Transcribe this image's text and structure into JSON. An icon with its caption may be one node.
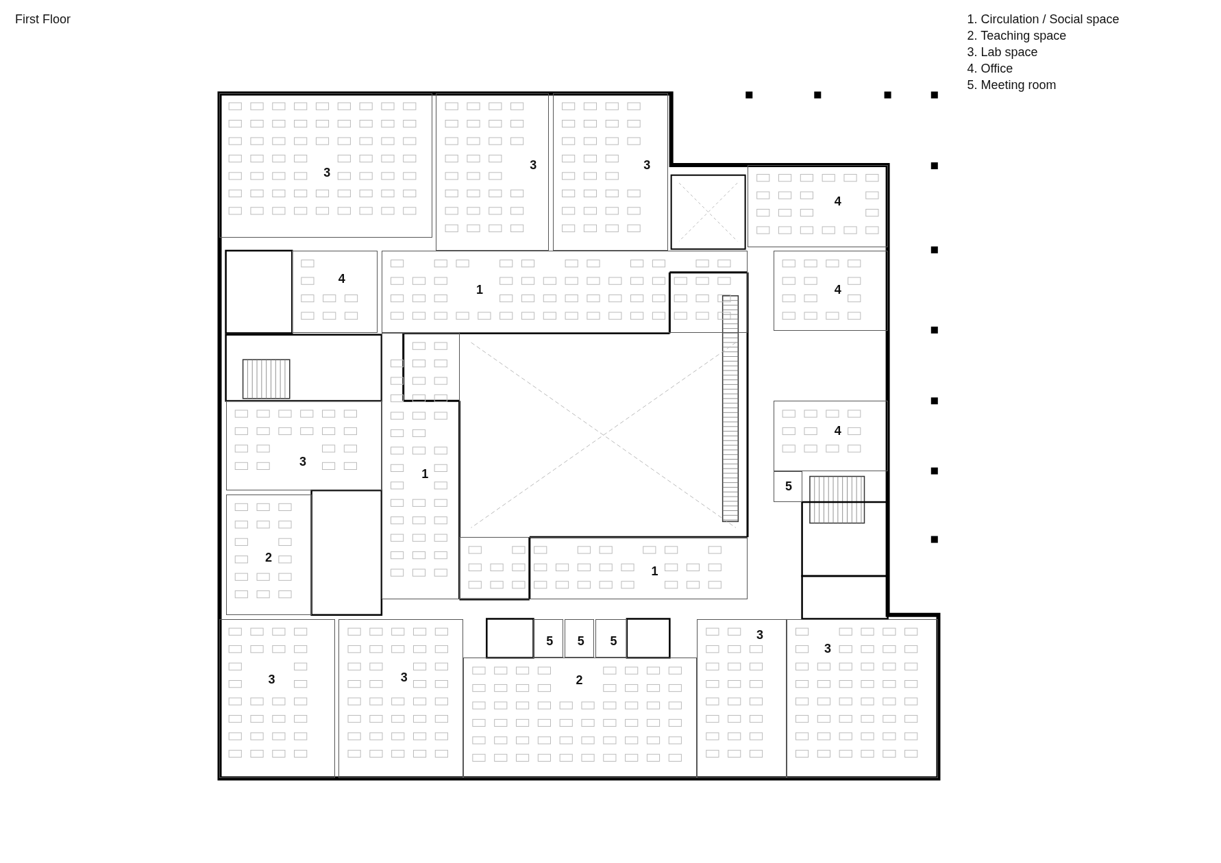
{
  "diagram": {
    "title": "First Floor",
    "nodes": [
      {
        "text": [
          "3"
        ]
      },
      {
        "text": [
          "3"
        ]
      },
      {
        "text": [
          "3"
        ]
      },
      {
        "text": [
          "4"
        ]
      },
      {
        "text": [
          "4"
        ]
      },
      {
        "text": [
          "1"
        ]
      },
      {
        "text": [
          "4"
        ]
      },
      {
        "text": [
          "4"
        ]
      },
      {
        "text": [
          "3"
        ]
      },
      {
        "text": [
          "1"
        ]
      },
      {
        "text": [
          "5"
        ]
      },
      {
        "text": [
          "2"
        ]
      },
      {
        "text": [
          "1"
        ]
      },
      {
        "text": [
          "3"
        ]
      },
      {
        "text": [
          "3"
        ]
      },
      {
        "text": [
          "5"
        ]
      },
      {
        "text": [
          "5"
        ]
      },
      {
        "text": [
          "5"
        ]
      },
      {
        "text": [
          "2"
        ]
      },
      {
        "text": [
          "3"
        ]
      },
      {
        "text": [
          "3"
        ]
      }
    ],
    "labels": [
      "1. Circulation / Social space",
      "2. Teaching space",
      "3. Lab space",
      "4. Office",
      "5. Meeting room"
    ]
  }
}
